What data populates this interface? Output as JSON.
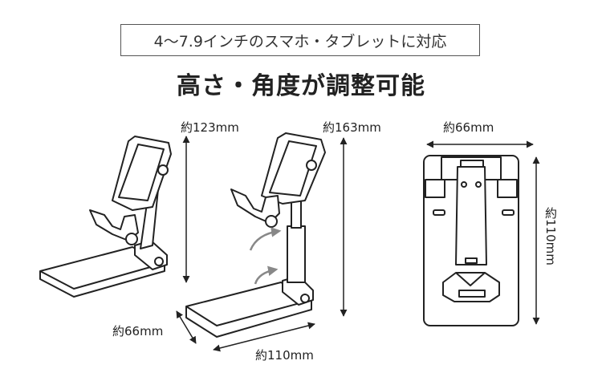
{
  "header": {
    "compatibility": "4～7.9インチのスマホ・タブレットに対応",
    "title": "高さ・角度が調整可能"
  },
  "dimensions": {
    "low_height": "約123mm",
    "high_height": "約163mm",
    "width_top": "約66mm",
    "depth": "約66mm",
    "length": "約110mm",
    "folded_length": "約110mm"
  },
  "colors": {
    "line": "#222222",
    "arrow": "#888888",
    "text": "#222222"
  }
}
